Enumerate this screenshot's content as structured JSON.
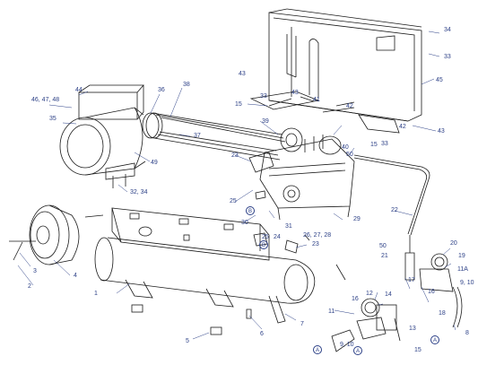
{
  "colors": {
    "line": "#1a1a1a",
    "callout": "#2b3f86"
  },
  "callouts": {
    "c1": "1",
    "c2": "2",
    "c3": "3",
    "c4": "4",
    "c5": "5",
    "c6": "6",
    "c7": "7",
    "c8": "8",
    "c910a": "9, 10",
    "c910b": "9, 10",
    "c11": "11",
    "c11a": "11A",
    "c12": "12",
    "c13": "13",
    "c14": "14",
    "c15a": "15",
    "c15b": "15",
    "c15c": "15",
    "c16a": "16",
    "c16b": "16",
    "c17": "17",
    "c18": "18",
    "c19": "19",
    "c20": "20",
    "c21": "21",
    "c22": "22",
    "c23a": "23",
    "c23b": "23",
    "c24": "24",
    "c25a": "25",
    "c25b": "25",
    "c262728": "26, 27, 28",
    "c29": "29",
    "c30": "30",
    "c31": "31",
    "c3234": "32, 34",
    "c33a": "33",
    "c33b": "33",
    "c33c": "33",
    "c34": "34",
    "c35": "35",
    "c36": "36",
    "c37": "37",
    "c38": "38",
    "c39": "39",
    "c40": "40",
    "c41": "41",
    "c42a": "42",
    "c42b": "42",
    "c43a": "43",
    "c43b": "43",
    "c43c": "43",
    "c44": "44",
    "c45": "45",
    "c464748": "46, 47, 48",
    "c49": "49",
    "c50a": "50",
    "c50b": "50"
  },
  "connectors": {
    "a1": "A",
    "a2": "A",
    "a3": "A",
    "b1": "B",
    "b2": "B"
  }
}
